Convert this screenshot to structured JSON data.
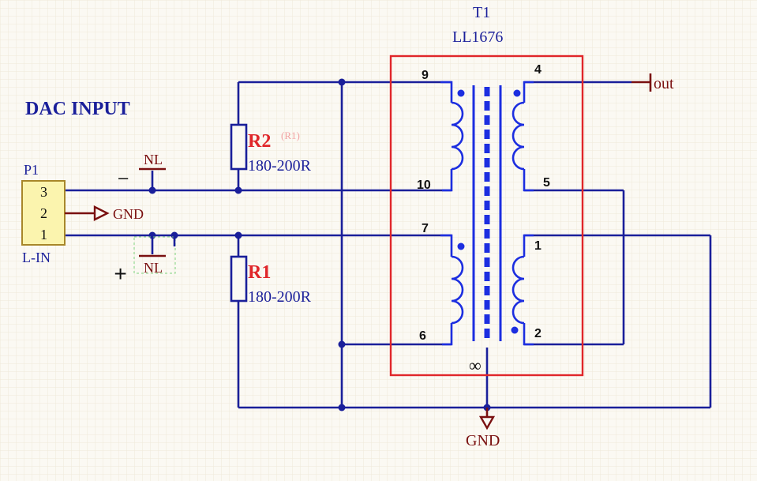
{
  "title": "DAC INPUT",
  "connector": {
    "ref": "P1",
    "name": "L-IN",
    "pins": [
      "3",
      "2",
      "1"
    ],
    "gnd_label": "GND",
    "nl_top": "NL",
    "nl_bottom": "NL",
    "mark_minus": "–",
    "mark_plus": "+"
  },
  "resistors": {
    "r2": {
      "ref": "R2",
      "alt_ref": "(R1)",
      "value": "180-200R"
    },
    "r1": {
      "ref": "R1",
      "value": "180-200R"
    }
  },
  "transformer": {
    "ref": "T1",
    "part": "LL1676",
    "pins": {
      "p9": "9",
      "p10": "10",
      "p7": "7",
      "p6": "6",
      "p4": "4",
      "p5": "5",
      "p1": "1",
      "p2": "2"
    },
    "shield_symbol": "∞"
  },
  "output": {
    "label": "out"
  },
  "ground": {
    "label": "GND"
  },
  "colors": {
    "background": "#fbf9f3",
    "wire": "#1a1f9a",
    "winding": "#1c2ee0",
    "component_outline": "#e0262a",
    "text_dark_red": "#7a1010",
    "designator_red": "#e0262a",
    "connector_fill": "#fbf4ae",
    "connector_border": "#a8872a"
  }
}
